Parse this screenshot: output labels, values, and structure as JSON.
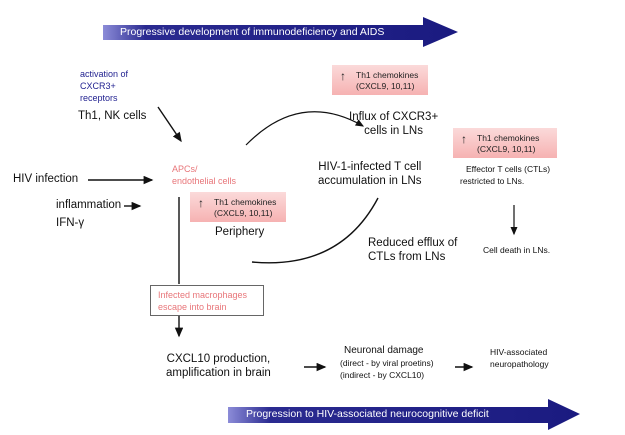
{
  "top_band": {
    "label": "Progressive development of immunodeficiency and AIDS",
    "color": "#1a1a80"
  },
  "bottom_band": {
    "label": "Progression to HIV-associated neurocognitive deficit",
    "color": "#1a1a80"
  },
  "nodes": {
    "activation": [
      "activation of",
      "CXCR3+",
      "receptors"
    ],
    "th1_nk": "Th1, NK cells",
    "hiv_infection": "HIV infection",
    "inflammation": "inflammation",
    "ifn": "IFN-γ",
    "apcs": [
      "APCs/",
      "endothelial cells"
    ],
    "periphery": "Periphery",
    "influx": [
      "Influx of CXCR3+",
      "cells in LNs"
    ],
    "accumulation": [
      "HIV-1-infected T cell",
      "accumulation in LNs"
    ],
    "reduced_efflux": [
      "Reduced efflux of",
      "CTLs from LNs"
    ],
    "effector": [
      "Effector T cells (CTLs)",
      "restricted to LNs."
    ],
    "cell_death": "Cell death in LNs.",
    "macrophages": [
      "Infected macrophages",
      "escape into brain"
    ],
    "cxcl10": [
      "CXCL10 production,",
      "amplification in brain"
    ],
    "neuronal": {
      "title": "Neuronal damage",
      "lines": [
        "(direct - by viral proetins)",
        "(indirect - by CXCL10)"
      ]
    },
    "neuropathology": [
      "HIV-associated",
      "neuropathology"
    ]
  },
  "chemokine_box": {
    "arrow": "↑",
    "line1": "Th1 chemokines",
    "line2": "(CXCL9, 10,11)"
  },
  "colors": {
    "pink_text": "#e8767a",
    "blue_text": "#1f1f8f",
    "chemo_fill": "#f6b2b2"
  }
}
